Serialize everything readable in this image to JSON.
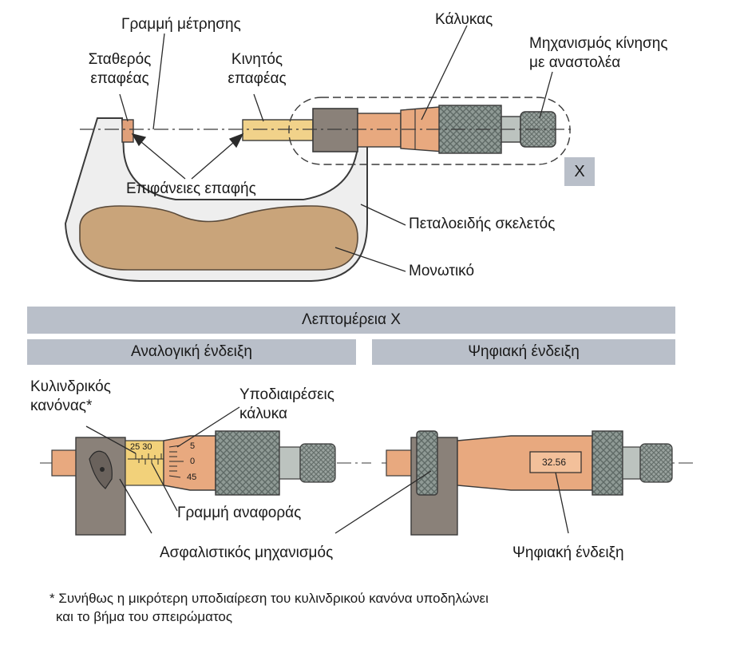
{
  "labels": {
    "measuring_line": "Γραμμή μέτρησης",
    "thimble": "Κάλυκας",
    "ratchet_line1": "Μηχανισμός κίνησης",
    "ratchet_line2": "με αναστολέα",
    "fixed_anvil_line1": "Σταθερός",
    "fixed_anvil_line2": "επαφέας",
    "moving_spindle_line1": "Κινητός",
    "moving_spindle_line2": "επαφέας",
    "contact_surfaces": "Επιφάνειες επαφής",
    "detail_marker": "X",
    "frame": "Πεταλοειδής σκελετός",
    "insulation": "Μονωτικό",
    "sleeve_scale_line1": "Κυλινδρικός",
    "sleeve_scale_line2": "κανόνας*",
    "thimble_divisions_line1": "Υποδιαιρέσεις",
    "thimble_divisions_line2": "κάλυκα",
    "reference_line": "Γραμμή αναφοράς",
    "locking_mechanism": "Ασφαλιστικός μηχανισμός",
    "digital_label": "Ψηφιακή ένδειξη"
  },
  "bands": {
    "detail": "Λεπτομέρεια Χ",
    "analog": "Αναλογική ένδειξη",
    "digital": "Ψηφιακή ένδειξη"
  },
  "scale": {
    "sleeve_numbers": "25 30",
    "thimble_top": "5",
    "thimble_mid": "0",
    "thimble_bottom": "45"
  },
  "digital_readout": "32.56",
  "footnote": {
    "line1": "* Συνήθως η μικρότερη υποδιαίρεση του κυλινδρικού κανόνα υποδηλώνει",
    "line2": "και το βήμα του σπειρώματος"
  },
  "colors": {
    "insulation": "#c9a47a",
    "thimble": "#e8a97f",
    "sleeve_scale": "#f2d17a",
    "frame_gray": "#8a8179",
    "band_gray": "#b9bfc9"
  }
}
